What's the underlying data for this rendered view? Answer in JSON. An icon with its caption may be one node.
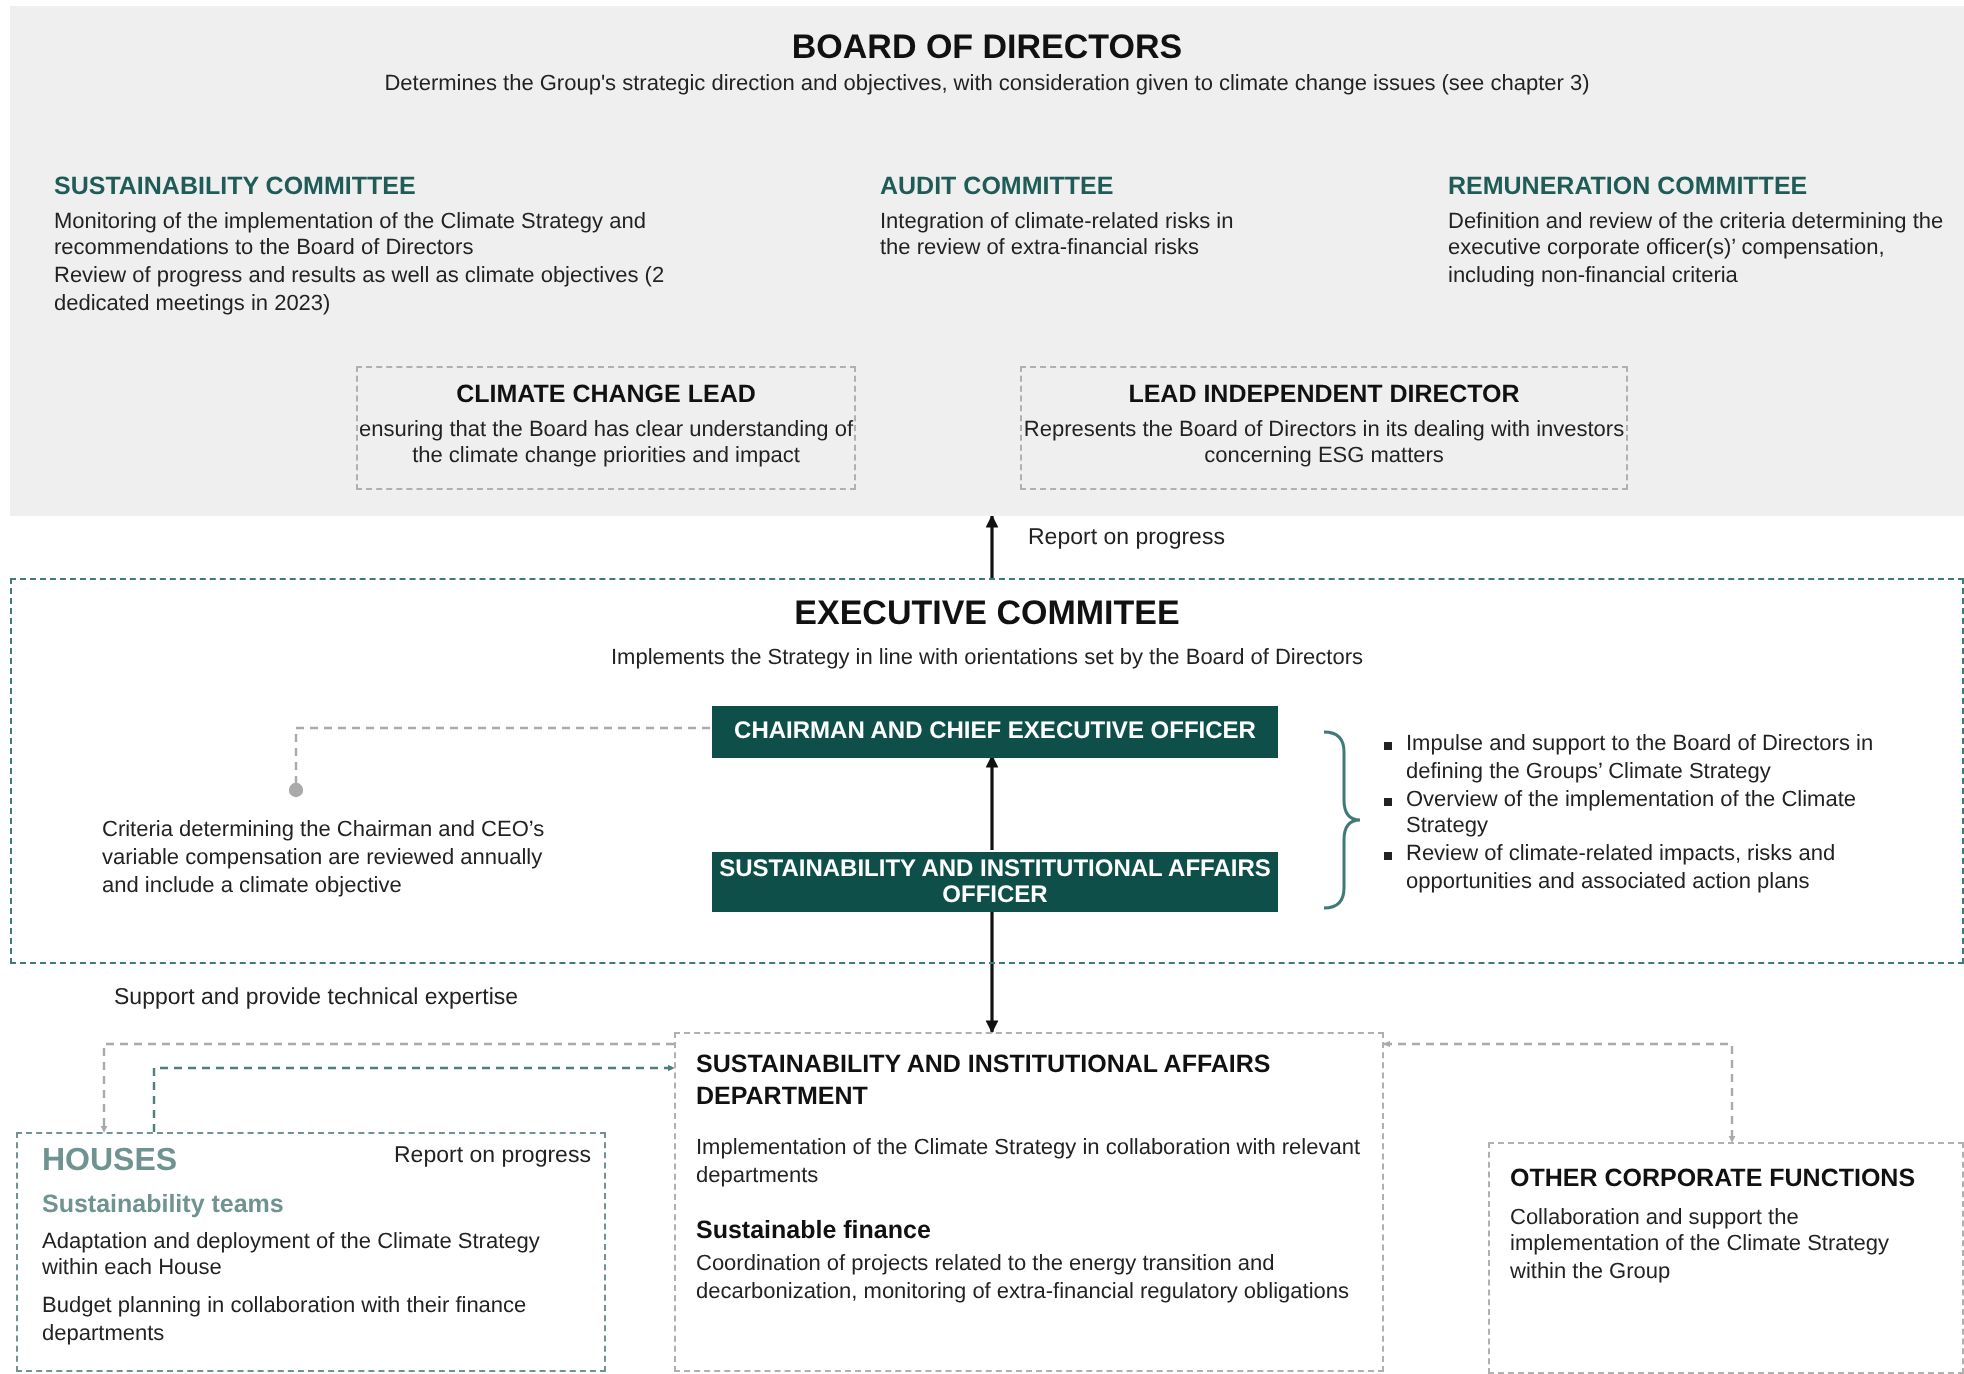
{
  "diagram": {
    "nodes": [
      {
        "text": [
          "BOARD OF DIRECTORS",
          "Determines the Group's strategic direction and objectives, with consideration given to climate change issues (see chapter 3)"
        ]
      },
      {
        "text": [
          "SUSTAINABILITY COMMITTEE",
          "Monitoring of the implementation of the Climate Strategy and recommendations to the Board of Directors",
          "Review of progress and results as well as climate objectives (2 dedicated meetings in 2023)"
        ],
        "in": 0
      },
      {
        "text": [
          "AUDIT COMMITTEE",
          "Integration of climate-related risks in the review of extra-financial risks"
        ],
        "in": 0
      },
      {
        "text": [
          "REMUNERATION COMMITTEE",
          "Definition and review of the criteria determining the executive corporate officer(s)’ compensation, including non-financial criteria"
        ],
        "in": 0
      },
      {
        "text": [
          "CLIMATE CHANGE LEAD",
          "ensuring that the Board has clear understanding of the climate change priorities and impact"
        ],
        "in": 0
      },
      {
        "text": [
          "LEAD INDEPENDENT DIRECTOR",
          "Represents the Board of Directors in its dealing with investors concerning ESG matters"
        ],
        "in": 0
      },
      {
        "text": [
          "EXECUTIVE COMMITEE",
          "Implements the Strategy in line with orientations set by the Board of Directors"
        ]
      },
      {
        "text": [
          "CHAIRMAN AND CHIEF EXECUTIVE OFFICER"
        ],
        "in": 6
      },
      {
        "text": [
          "SUSTAINABILITY AND INSTITUTIONAL AFFAIRS OFFICER"
        ],
        "in": 6
      },
      {
        "text": [
          "Criteria determining the Chairman and CEO’s variable compensation are reviewed annually and include a climate objective"
        ],
        "in": 6
      },
      {
        "text": [
          "SUSTAINABILITY AND INSTITUTIONAL AFFAIRS DEPARTMENT",
          "Implementation of the Climate Strategy in collaboration with relevant departments",
          "Sustainable finance",
          "Coordination of projects related to the energy transition and decarbonization, monitoring of extra-financial regulatory obligations"
        ]
      },
      {
        "text": [
          "HOUSES",
          "Sustainability teams",
          "Adaptation and deployment of the Climate Strategy within each House",
          "Budget planning in collaboration with their finance departments"
        ]
      },
      {
        "text": [
          "OTHER CORPORATE FUNCTIONS",
          "Collaboration and support the implementation of the Climate Strategy within the Group"
        ]
      }
    ],
    "edges": [
      {
        "from": 6,
        "to": 0,
        "arrow": "to",
        "label": "Report on progress"
      },
      {
        "from": 8,
        "to": 7,
        "arrow": "to"
      },
      {
        "from": 8,
        "to": 10,
        "arrow": "to"
      },
      {
        "from": 7,
        "to": 9,
        "arrow": "other",
        "style": "dashed",
        "color": "#aaaaaa"
      },
      {
        "from": 10,
        "to": 11,
        "arrow": "to",
        "label": "Support and provide technical expertise",
        "style": "dashed",
        "color": "#aaaaaa"
      },
      {
        "from": 11,
        "to": 10,
        "arrow": "to",
        "label": "Report on progress",
        "style": "dashed",
        "color": "#4f7f7c"
      },
      {
        "from": 10,
        "to": 12,
        "arrow": "both",
        "style": "dashed",
        "color": "#aaaaaa"
      }
    ],
    "labels": [
      "Impulse and support to the Board of Directors in defining the Groups’ Climate Strategy",
      "Overview of the implementation of the Climate Strategy",
      "Review of climate-related impacts, risks and opportunities and associated action plans"
    ]
  }
}
